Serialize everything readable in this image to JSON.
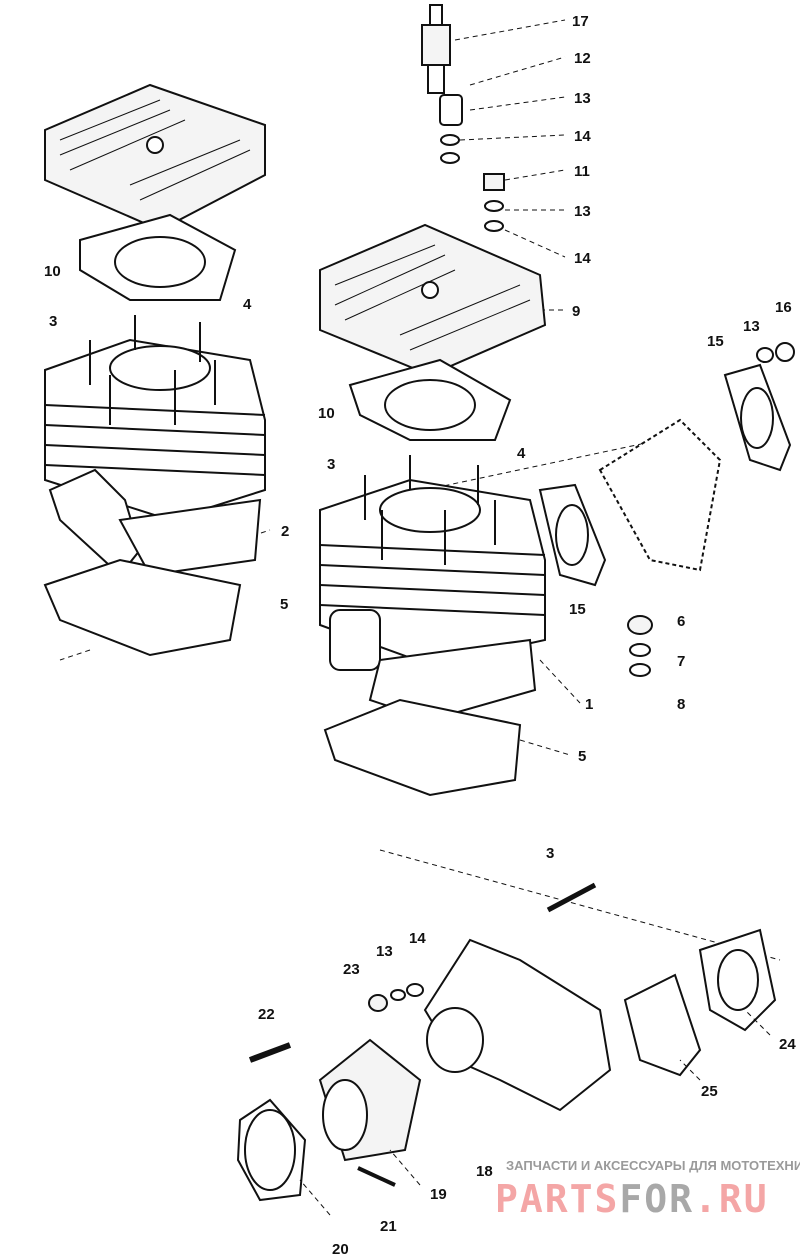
{
  "diagram": {
    "callouts": {
      "c17": "17",
      "c12": "12",
      "c13a": "13",
      "c14a": "14",
      "c11": "11",
      "c13b": "13",
      "c14b": "14",
      "c10a": "10",
      "c4a": "4",
      "c3a": "3",
      "c9": "9",
      "c16": "16",
      "c13c": "13",
      "c15a": "15",
      "c10b": "10",
      "c3b": "3",
      "c4b": "4",
      "c2": "2",
      "c15b": "15",
      "c5a": "5",
      "c6": "6",
      "c7": "7",
      "c8": "8",
      "c1": "1",
      "c5b": "5",
      "c3c": "3",
      "c14c": "14",
      "c13d": "13",
      "c23": "23",
      "c22": "22",
      "c24": "24",
      "c25": "25",
      "c19": "19",
      "c18": "18",
      "c21": "21",
      "c20": "20"
    }
  },
  "watermark": {
    "tagline": "ЗАПЧАСТИ И АКСЕССУАРЫ ДЛЯ МОТОТЕХНИКИ",
    "logo_part1": "PARTS",
    "logo_part2": "FOR",
    "logo_part3": ".RU"
  }
}
